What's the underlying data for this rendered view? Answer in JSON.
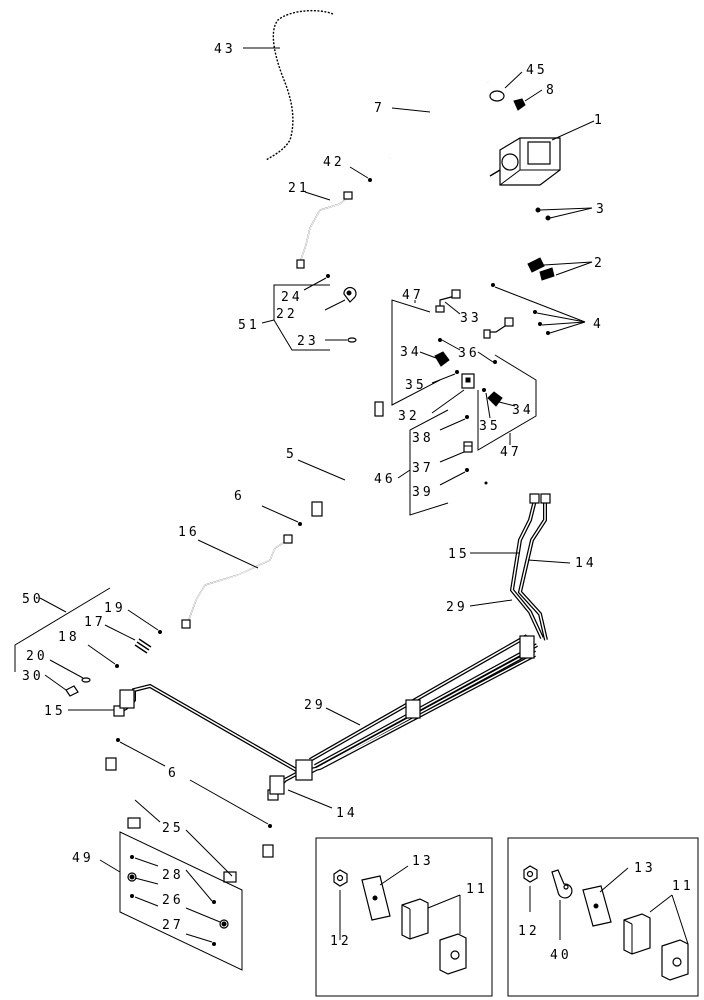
{
  "callouts": [
    {
      "id": "c-43",
      "text": "43"
    },
    {
      "id": "c-45",
      "text": "45"
    },
    {
      "id": "c-7",
      "text": "7"
    },
    {
      "id": "c-8",
      "text": "8"
    },
    {
      "id": "c-1",
      "text": "1"
    },
    {
      "id": "c-42",
      "text": "42"
    },
    {
      "id": "c-21",
      "text": "21"
    },
    {
      "id": "c-3",
      "text": "3"
    },
    {
      "id": "c-2",
      "text": "2"
    },
    {
      "id": "c-24",
      "text": "24"
    },
    {
      "id": "c-47a",
      "text": "47"
    },
    {
      "id": "c-22",
      "text": "22"
    },
    {
      "id": "c-33",
      "text": "33"
    },
    {
      "id": "c-51",
      "text": "51"
    },
    {
      "id": "c-4",
      "text": "4"
    },
    {
      "id": "c-23",
      "text": "23"
    },
    {
      "id": "c-34a",
      "text": "34"
    },
    {
      "id": "c-36",
      "text": "36"
    },
    {
      "id": "c-35a",
      "text": "35"
    },
    {
      "id": "c-32",
      "text": "32"
    },
    {
      "id": "c-34b",
      "text": "34"
    },
    {
      "id": "c-38",
      "text": "38"
    },
    {
      "id": "c-35b",
      "text": "35"
    },
    {
      "id": "c-5",
      "text": "5"
    },
    {
      "id": "c-47b",
      "text": "47"
    },
    {
      "id": "c-37",
      "text": "37"
    },
    {
      "id": "c-46",
      "text": "46"
    },
    {
      "id": "c-39",
      "text": "39"
    },
    {
      "id": "c-6a",
      "text": "6"
    },
    {
      "id": "c-16",
      "text": "16"
    },
    {
      "id": "c-15a",
      "text": "15"
    },
    {
      "id": "c-14a",
      "text": "14"
    },
    {
      "id": "c-50",
      "text": "50"
    },
    {
      "id": "c-29a",
      "text": "29"
    },
    {
      "id": "c-19",
      "text": "19"
    },
    {
      "id": "c-17",
      "text": "17"
    },
    {
      "id": "c-18",
      "text": "18"
    },
    {
      "id": "c-20",
      "text": "20"
    },
    {
      "id": "c-30",
      "text": "30"
    },
    {
      "id": "c-15b",
      "text": "15"
    },
    {
      "id": "c-29b",
      "text": "29"
    },
    {
      "id": "c-6b",
      "text": "6"
    },
    {
      "id": "c-14b",
      "text": "14"
    },
    {
      "id": "c-25",
      "text": "25"
    },
    {
      "id": "c-13a",
      "text": "13"
    },
    {
      "id": "c-13b",
      "text": "13"
    },
    {
      "id": "c-49",
      "text": "49"
    },
    {
      "id": "c-28",
      "text": "28"
    },
    {
      "id": "c-11a",
      "text": "11"
    },
    {
      "id": "c-11b",
      "text": "11"
    },
    {
      "id": "c-26",
      "text": "26"
    },
    {
      "id": "c-27",
      "text": "27"
    },
    {
      "id": "c-12a",
      "text": "12"
    },
    {
      "id": "c-12b",
      "text": "12"
    },
    {
      "id": "c-40",
      "text": "40"
    }
  ]
}
